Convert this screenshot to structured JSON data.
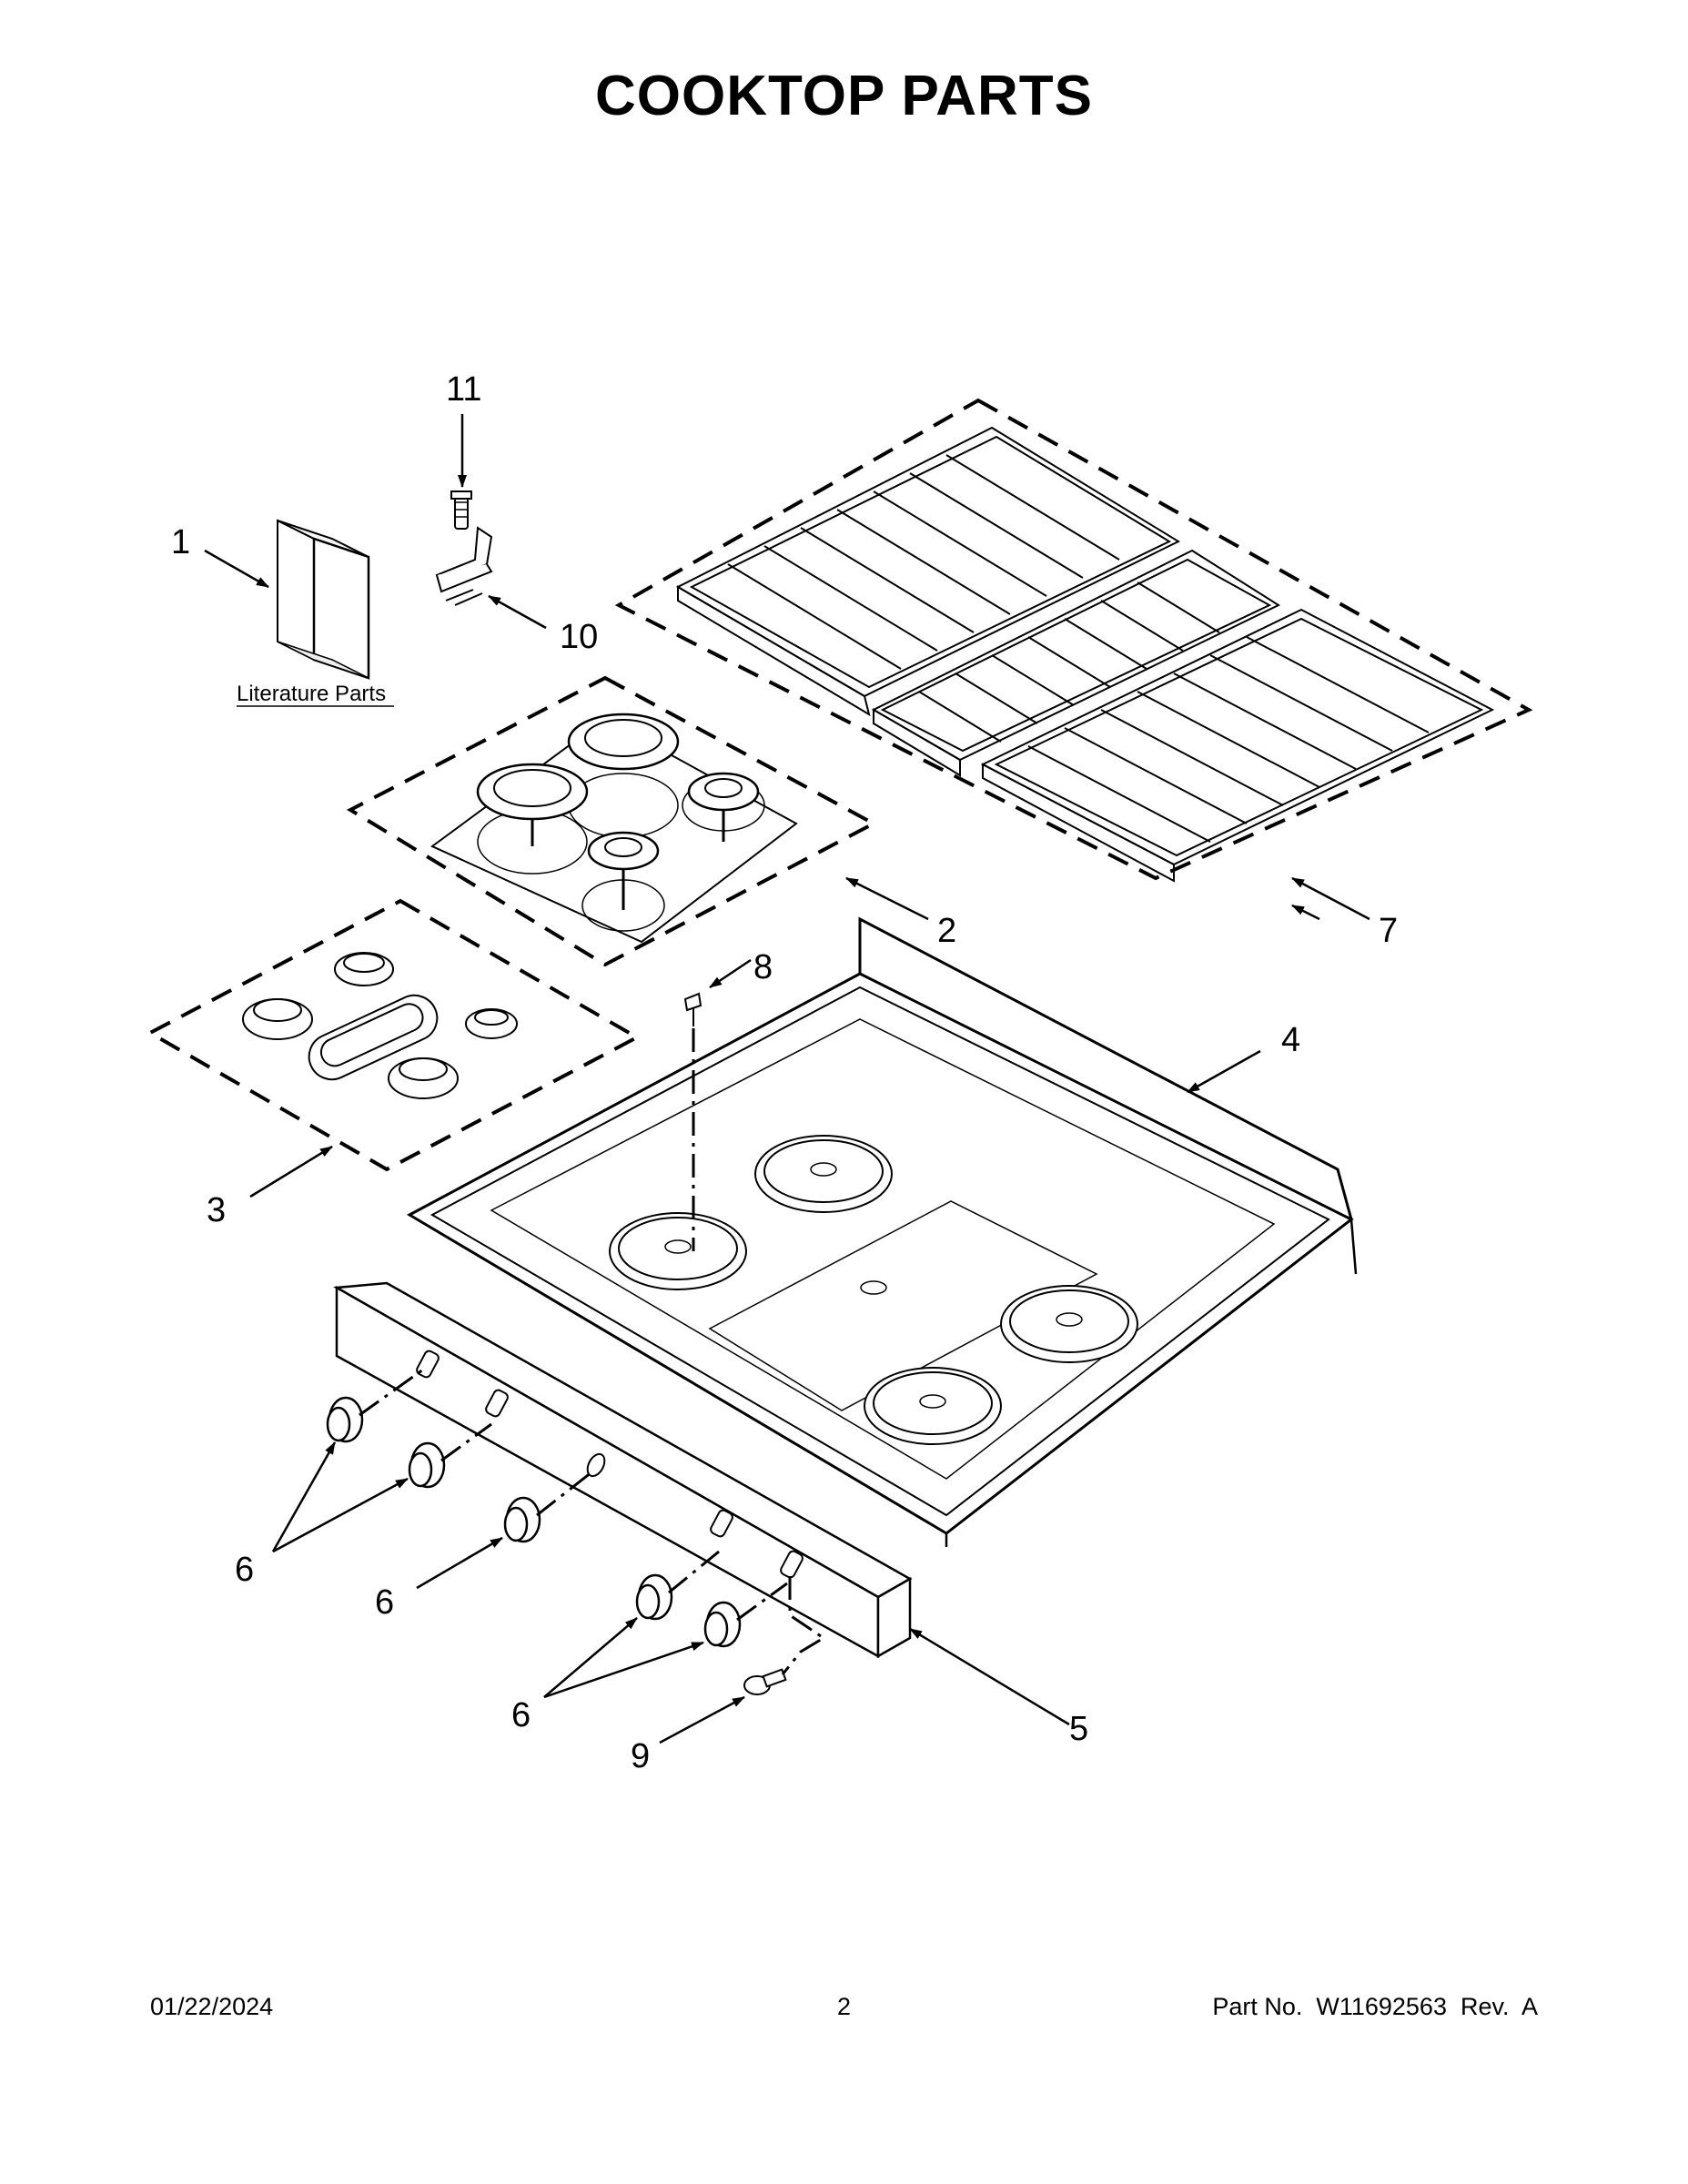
{
  "header": {
    "title": "COOKTOP  PARTS"
  },
  "labels": {
    "literature_parts": "Literature Parts"
  },
  "callouts": [
    {
      "id": "c1",
      "text": "1"
    },
    {
      "id": "c2",
      "text": "2"
    },
    {
      "id": "c3",
      "text": "3"
    },
    {
      "id": "c4",
      "text": "4"
    },
    {
      "id": "c5",
      "text": "5"
    },
    {
      "id": "c6a",
      "text": "6"
    },
    {
      "id": "c6b",
      "text": "6"
    },
    {
      "id": "c6c",
      "text": "6"
    },
    {
      "id": "c7",
      "text": "7"
    },
    {
      "id": "c8",
      "text": "8"
    },
    {
      "id": "c9",
      "text": "9"
    },
    {
      "id": "c10",
      "text": "10"
    },
    {
      "id": "c11",
      "text": "11"
    }
  ],
  "footer": {
    "date": "01/22/2024",
    "page_number": "2",
    "part_number": "Part No.  W11692563  Rev.  A"
  }
}
